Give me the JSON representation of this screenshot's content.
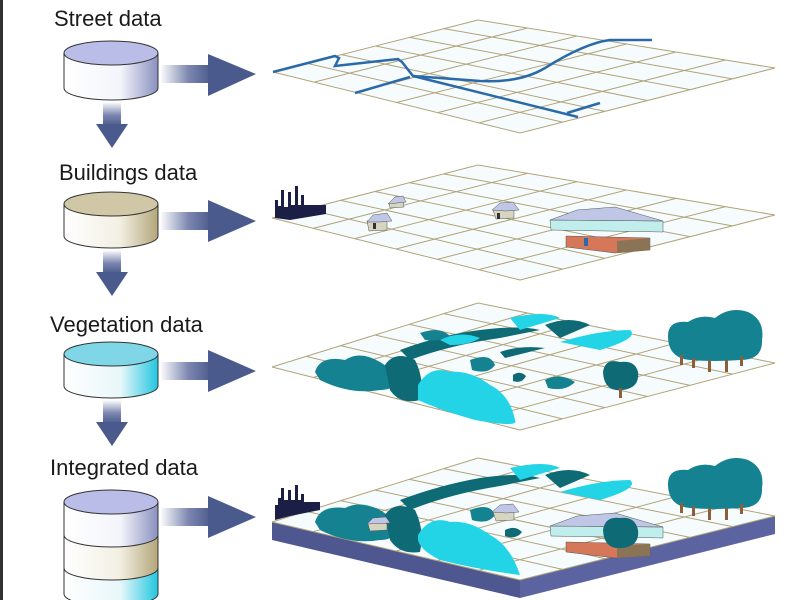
{
  "title": "GIS data layers",
  "layers": [
    {
      "label": "Street data",
      "icon": "database-cylinder",
      "accent": "#b9bde8"
    },
    {
      "label": "Buildings data",
      "icon": "database-cylinder",
      "accent": "#cfc7a6"
    },
    {
      "label": "Vegetation data",
      "icon": "database-cylinder",
      "accent": "#7fd6e6"
    },
    {
      "label": "Integrated data",
      "icon": "database-stack",
      "accent": "#b9bde8"
    }
  ],
  "colors": {
    "arrow": "#4a5a8c",
    "grid": "#b2a47a",
    "grid_alt": "#7fb8a0",
    "street": "#2a6aa8",
    "tree_dark": "#0e6a74",
    "tree_mid": "#148290",
    "tree_light": "#22d4e6",
    "base_side": "#4e5790",
    "city": "#1b1f45",
    "roof": "#c0c6e6",
    "wall_brick": "#d6775a"
  }
}
